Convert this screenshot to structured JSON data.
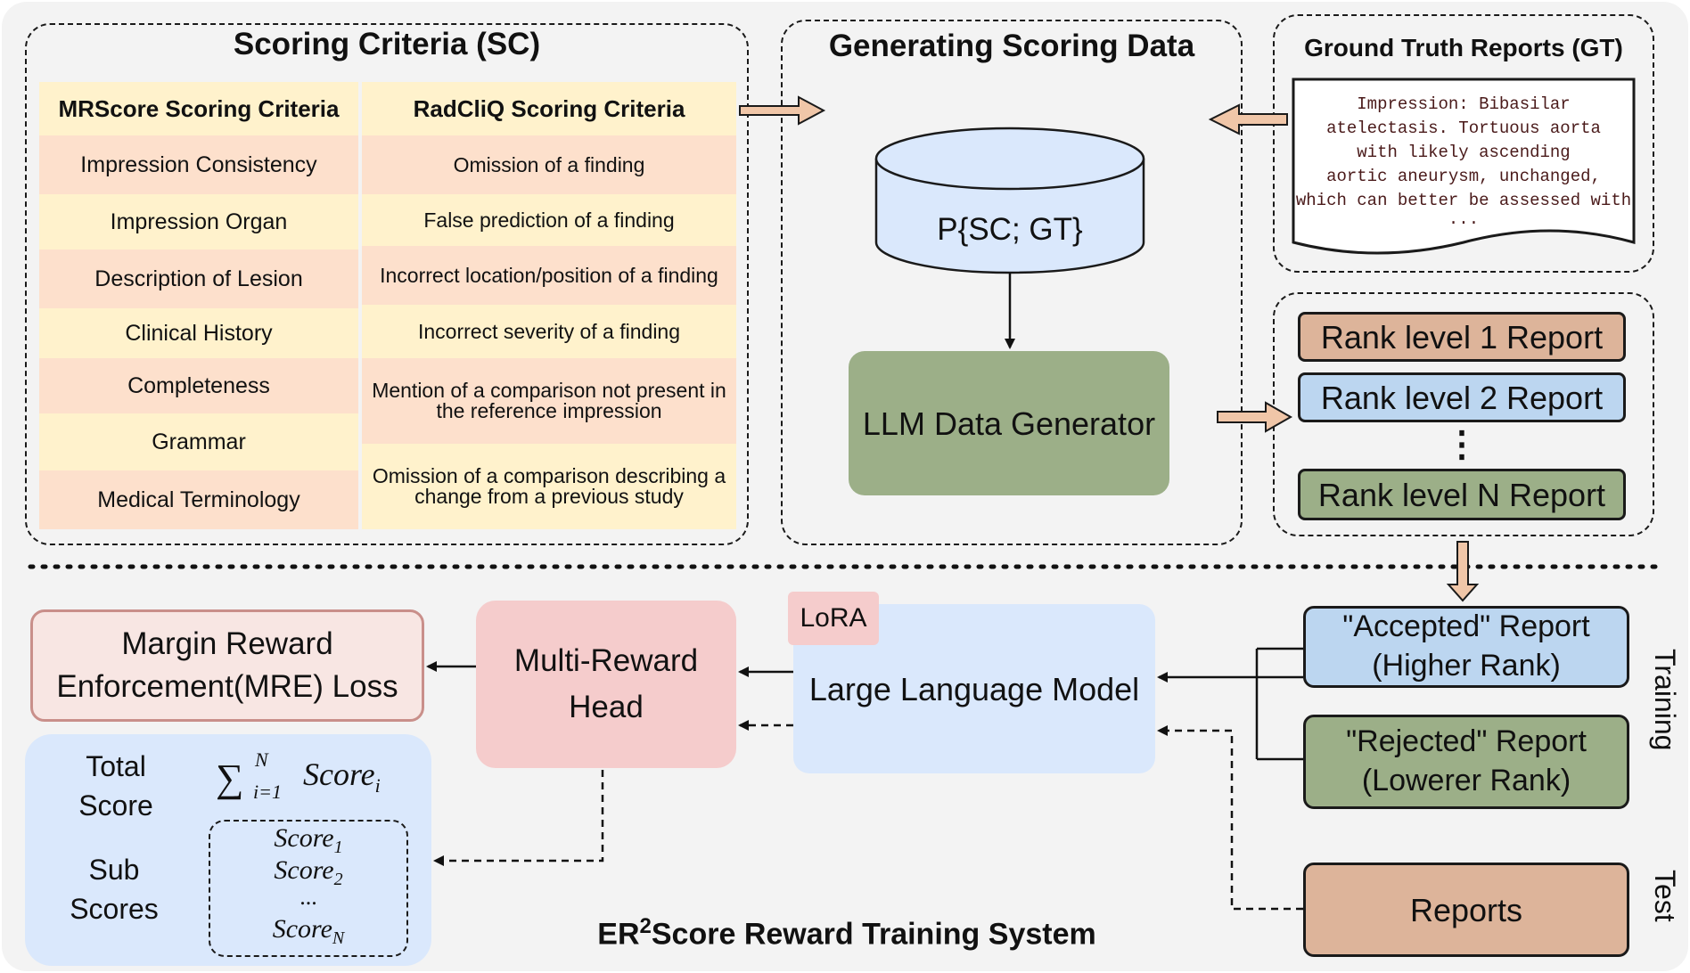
{
  "scoring_criteria": {
    "title": "Scoring Criteria (SC)",
    "mrscore_header": "MRScore Scoring Criteria",
    "radcliq_header": "RadCliQ Scoring Criteria",
    "mrscore_items": [
      "Impression Consistency",
      "Impression Organ",
      "Description of Lesion",
      "Clinical History",
      "Completeness",
      "Grammar",
      "Medical Terminology"
    ],
    "radcliq_items": [
      "Omission of a finding",
      "False prediction of a finding",
      "Incorrect location/position of a finding",
      "Incorrect severity of a finding",
      "Mention of a comparison not present  in the reference impression",
      "Omission of a comparison  describing a change from a previous study"
    ]
  },
  "generating": {
    "title": "Generating Scoring Data",
    "database_label": "P{SC; GT}",
    "generator_label": "LLM Data Generator"
  },
  "ground_truth": {
    "title": "Ground Truth Reports (GT)",
    "lines": [
      "Impression: Bibasilar",
      "atelectasis. Tortuous aorta",
      "with likely ascending",
      "aortic aneurysm, unchanged,",
      "which can better be assessed with",
      "..."
    ]
  },
  "ranks": {
    "items": [
      "Rank level 1 Report",
      "Rank level 2 Report",
      "Rank level N Report"
    ],
    "ellipsis": "⋮"
  },
  "training": {
    "accepted_line1": "\"Accepted\" Report",
    "accepted_line2": "(Higher Rank)",
    "rejected_line1": "\"Rejected\" Report",
    "rejected_line2": "(Lowerer Rank)",
    "reports": "Reports",
    "training_label": "Training",
    "test_label": "Test"
  },
  "model": {
    "lora": "LoRA",
    "llm": "Large Language Model",
    "head_line1": "Multi-Reward",
    "head_line2": "Head",
    "loss_line1": "Margin Reward",
    "loss_line2": "Enforcement(MRE) Loss"
  },
  "scores": {
    "total_line1": "Total",
    "total_line2": "Score",
    "sum_symbol": "∑",
    "sum_top": "N",
    "sum_bottom": "i=1",
    "sum_term": "Score",
    "sum_sub": "i",
    "sub_line1": "Sub",
    "sub_line2": "Scores",
    "score_name": "Score",
    "score1_sub": "1",
    "score2_sub": "2",
    "score_dots": "...",
    "scoreN_sub": "N"
  },
  "system_title": {
    "prefix": "ER",
    "superscript": "2",
    "suffix": "Score Reward Training System"
  },
  "colors": {
    "peach": "#fde0cc",
    "cream": "#fff2cc",
    "light_blue": "#dae8fc",
    "blue_box": "#bcd6f0",
    "green": "#9caf88",
    "orange_box": "#ddb49a",
    "pink_head": "#f5cccc",
    "loss_fill": "#f8e6e3",
    "loss_border": "#c98f8a",
    "arrow_fill": "#f0c6a8"
  }
}
